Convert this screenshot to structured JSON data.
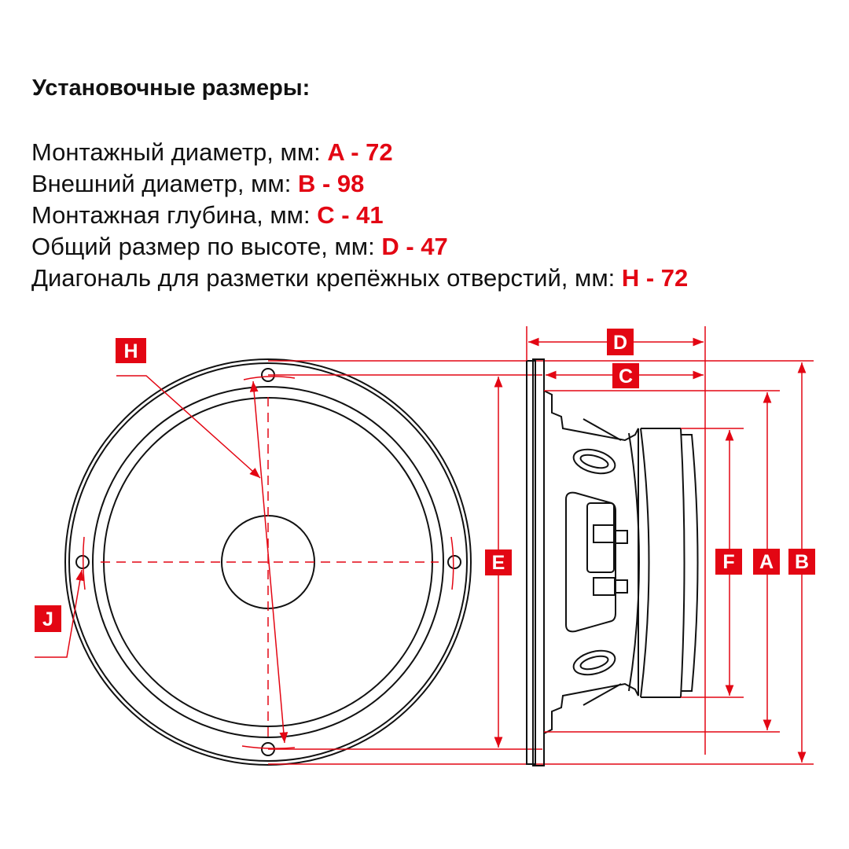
{
  "title": "Установочные размеры:",
  "specs": [
    {
      "label": "Монтажный диаметр, мм:",
      "value": "A - 72"
    },
    {
      "label": "Внешний диаметр, мм:",
      "value": "B - 98"
    },
    {
      "label": "Монтажная глубина, мм:",
      "value": "C - 41"
    },
    {
      "label": "Общий размер по высоте, мм:",
      "value": "D - 47"
    },
    {
      "label": "Диагональ для разметки крепёжных отверстий, мм:",
      "value": "H - 72"
    }
  ],
  "diagram": {
    "labels": {
      "H": "H",
      "J": "J",
      "E": "E",
      "D": "D",
      "C": "C",
      "F": "F",
      "A": "A",
      "B": "B"
    },
    "accent_color": "#e30613"
  }
}
